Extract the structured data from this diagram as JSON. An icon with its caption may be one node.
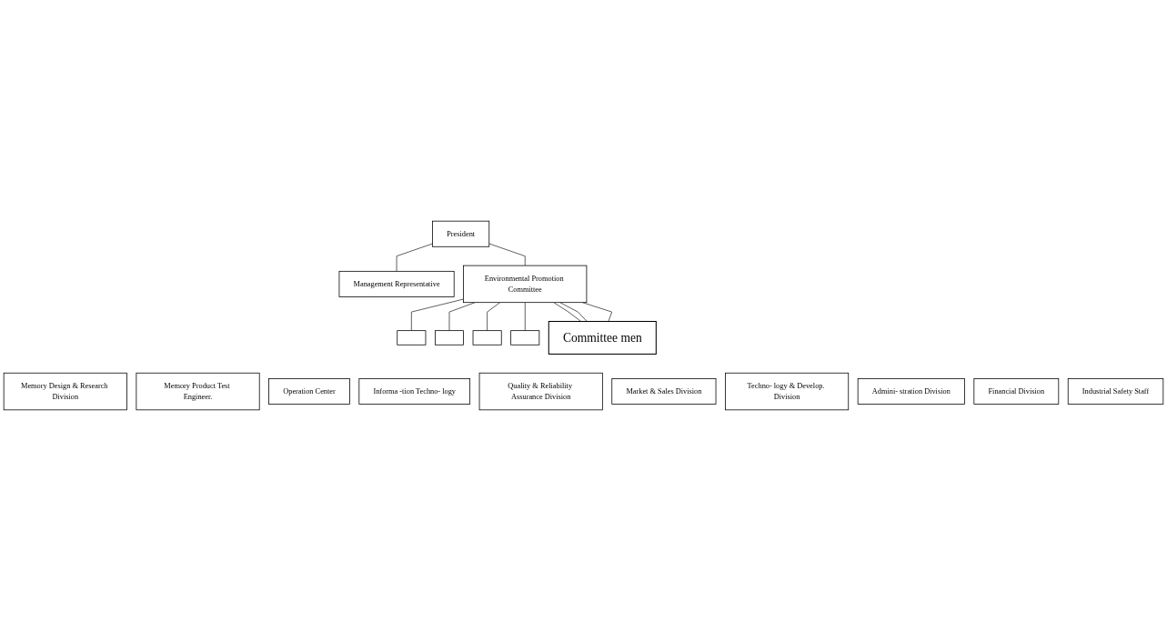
{
  "diagram": {
    "nodes": [
      {
        "text": [
          "President"
        ]
      },
      {
        "text": [
          "Management Representative"
        ]
      },
      {
        "text": [
          "Environmental Promotion Committee"
        ]
      },
      {
        "text": [],
        "shape": "box"
      },
      {
        "text": [],
        "shape": "box"
      },
      {
        "text": [],
        "shape": "box"
      },
      {
        "text": [],
        "shape": "box"
      },
      {
        "text": [
          "Committee men"
        ]
      },
      {
        "text": [
          "Memory Design & Research Division"
        ]
      },
      {
        "text": [
          "Memory Product Test Engineer."
        ]
      },
      {
        "text": [
          "Operation Center"
        ]
      },
      {
        "text": [
          "Informa -tion Techno- logy"
        ]
      },
      {
        "text": [
          "Quality & Reliability Assurance Division"
        ]
      },
      {
        "text": [
          "Market & Sales Division"
        ]
      },
      {
        "text": [
          "Techno- logy & Develop. Division"
        ]
      },
      {
        "text": [
          "Admini- stration Division"
        ]
      },
      {
        "text": [
          "Financial Division"
        ]
      },
      {
        "text": [
          "Industrial Safety Staff"
        ]
      }
    ],
    "edges": [
      {
        "from": 0,
        "to": 1,
        "arrow": "none"
      },
      {
        "from": 0,
        "to": 2,
        "arrow": "none"
      },
      {
        "from": 2,
        "to": 3,
        "arrow": "none"
      },
      {
        "from": 2,
        "to": 4,
        "arrow": "none"
      },
      {
        "from": 2,
        "to": 5,
        "arrow": "none"
      },
      {
        "from": 2,
        "to": 7,
        "arrow": "none"
      },
      {
        "from": 2,
        "to": 7,
        "arrow": "none"
      },
      {
        "from": 2,
        "to": 7,
        "arrow": "none"
      },
      {
        "from": 2,
        "to": 6,
        "arrow": "none"
      }
    ]
  }
}
